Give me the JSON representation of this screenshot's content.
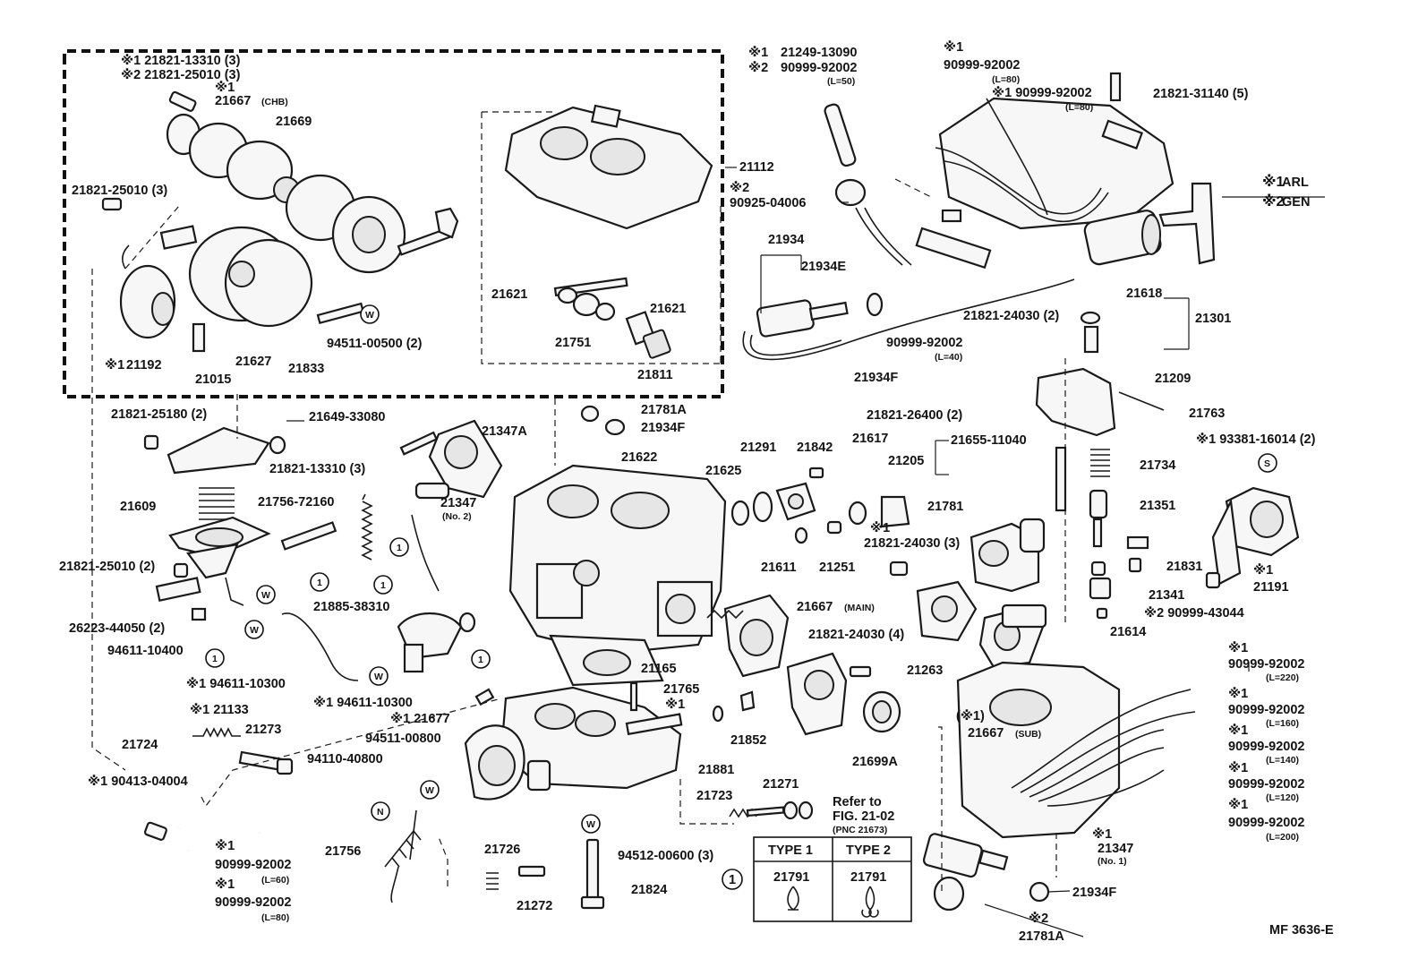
{
  "page_id": "MF 3636-E",
  "legend": {
    "mark1_sym": "※1",
    "mark1_text": "ARL",
    "mark2_sym": "※2",
    "mark2_text": "GEN"
  },
  "reference": {
    "line1": "Refer to",
    "line2": "FIG. 21-02",
    "line3": "(PNC 21673)"
  },
  "type_table": {
    "col1": "TYPE 1",
    "col2": "TYPE 2",
    "marker": "1",
    "part1": "21791",
    "part2": "21791"
  },
  "circle_marks": {
    "W": "W",
    "N": "N",
    "S": "S",
    "one": "1"
  },
  "labels": {
    "a1": "※1  21821-13310 (3)",
    "a2": "※2  21821-25010 (3)",
    "a3": "※1",
    "a4": "21667",
    "a4s": "(CHB)",
    "a5": "21669",
    "a6": "21821-25010 (3)",
    "a7": "※1",
    "a8": "21192",
    "a9": "21015",
    "a10": "21627",
    "a11": "21833",
    "a12": "94511-00500 (2)",
    "b1": "21112",
    "b2": "※2",
    "b3": "90925-04006",
    "b4": "21621",
    "b5": "21621",
    "b6": "21751",
    "b7": "21811",
    "c1": "※1",
    "c1b": "21249-13090",
    "c2": "※2",
    "c2b": "90999-92002",
    "c2s": "(L=50)",
    "c3": "21934",
    "c4": "21934E",
    "c5": "90999-92002",
    "c5s": "(L=40)",
    "c6": "21934F",
    "d1": "※1",
    "d2": "90999-92002",
    "d2s": "(L=80)",
    "d3": "※1  90999-92002",
    "d3s": "(L=80)",
    "d4": "21821-31140 (5)",
    "d5": "21821-24030 (2)",
    "d6": "21618",
    "d7": "21301",
    "e1": "21781A",
    "e2": "21934F",
    "e3": "21622",
    "e4": "21347A",
    "e5": "21347",
    "e5s": "(No. 2)",
    "e6": "21821-13310 (3)",
    "e7": "21821-25180 (2)",
    "e8": "21649-33080",
    "e9": "21609",
    "e10": "21756-72160",
    "e11": "21821-25010 (2)",
    "e12": "26223-44050 (2)",
    "e13": "21885-38310",
    "e14": "94611-10400",
    "e15": "※1 94611-10300",
    "e16": "※1 94611-10300",
    "e17": "※1  21133",
    "f1": "21625",
    "f2": "21291",
    "f3": "21842",
    "f4": "21617",
    "f5": "21781",
    "f6": "※1",
    "f7": "21821-24030 (3)",
    "f8": "21611",
    "f9": "21251",
    "f10": "21821-26400 (2)",
    "f11": "21655-11040",
    "f12": "21205",
    "f13": "21209",
    "f14": "21763",
    "f15": "※1  93381-16014 (2)",
    "f16": "21734",
    "f17": "21351",
    "f18": "21831",
    "f19": "21341",
    "f20": "※2  90999-43044",
    "f21": "※1",
    "f22": "21191",
    "f23": "21614",
    "g1": "21667",
    "g1s": "(MAIN)",
    "g2": "21821-24030 (4)",
    "g3": "21263",
    "g4": "(※1)",
    "g5": "21667",
    "g5s": "(SUB)",
    "g6": "21165",
    "g7": "21765",
    "g8": "※1",
    "g9": "※1 21677",
    "g10": "21852",
    "g11": "21881",
    "g12": "21699A",
    "g13": "21723",
    "g14": "21271",
    "h1": "21724",
    "h2": "21273",
    "h3": "94511-00800",
    "h4": "94110-40800",
    "h5": "※1 90413-04004",
    "h6": "※1",
    "h7": "90999-92002",
    "h7s": "(L=60)",
    "h8": "※1",
    "h9": "90999-92002",
    "h9s": "(L=80)",
    "h10": "21756",
    "h11": "21726",
    "h12": "21272",
    "h13": "94512-00600 (3)",
    "h14": "21824",
    "i1": "※1",
    "i2": "90999-92002",
    "i2s": "(L=220)",
    "i3": "※1",
    "i4": "90999-92002",
    "i4s": "(L=160)",
    "i5": "※1",
    "i6": "90999-92002",
    "i6s": "(L=140)",
    "i7": "※1",
    "i8": "90999-92002",
    "i8s": "(L=120)",
    "i9": "※1",
    "i10": "90999-92002",
    "i10s": "(L=200)",
    "i11": "※1",
    "i12": "21347",
    "i12s": "(No. 1)",
    "i13": "21934F",
    "i14": "※2",
    "i15": "21781A"
  }
}
